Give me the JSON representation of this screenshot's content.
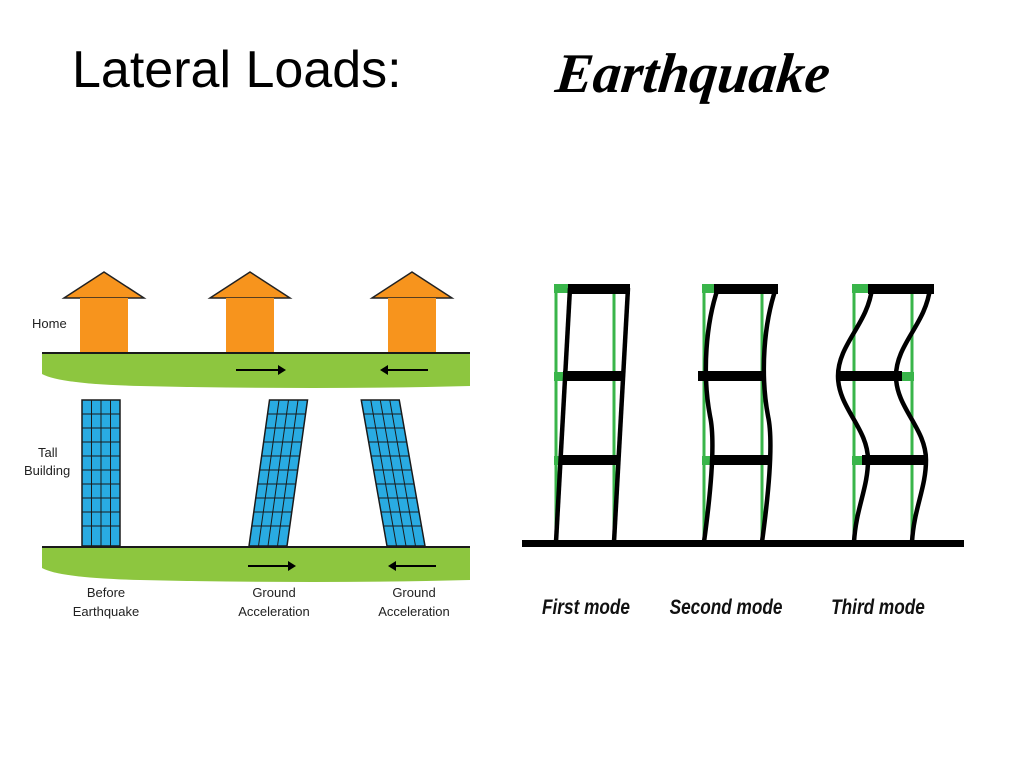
{
  "slide": {
    "title": "Lateral Loads:",
    "subtitle": "Earthquake"
  },
  "left_diagram": {
    "row_labels": {
      "home": "Home",
      "tall_building": [
        "Tall",
        "Building"
      ]
    },
    "captions": [
      [
        "Before",
        "Earthquake"
      ],
      [
        "Ground",
        "Acceleration"
      ],
      [
        "Ground",
        "Acceleration"
      ]
    ],
    "colors": {
      "house": "#f7941d",
      "ground": "#8dc63f",
      "building": "#29abe2"
    }
  },
  "right_diagram": {
    "modes": [
      "First mode",
      "Second mode",
      "Third mode"
    ],
    "colors": {
      "frame": "#39b54a",
      "deformed": "#000000"
    }
  }
}
